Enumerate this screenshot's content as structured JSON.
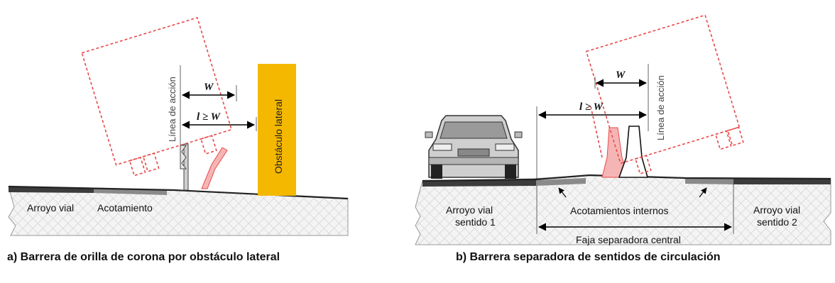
{
  "left_panel": {
    "caption": "a) Barrera de orilla de corona por obstáculo lateral",
    "roadway_label": "Arroyo vial",
    "shoulder_label": "Acotamiento",
    "line_of_action_label": "Línea de acción",
    "obstacle_label": "Obstáculo lateral",
    "dim_w_label": "W",
    "dim_l_label": "l ≥ W"
  },
  "right_panel": {
    "caption": "b) Barrera separadora de sentidos de circulación",
    "roadway_1_line1": "Arroyo vial",
    "roadway_1_line2": "sentido 1",
    "roadway_2_line1": "Arroyo vial",
    "roadway_2_line2": "sentido 2",
    "inner_shoulders_label": "Acotamientos internos",
    "median_label": "Faja separadora central",
    "line_of_action_label": "Línea de acción",
    "dim_w_label": "W",
    "dim_l_label": "l ≥ W"
  },
  "colors": {
    "truck_outline": "#e84a4a",
    "obstacle_fill": "#f5b800",
    "asphalt": "#3c3c3c",
    "shoulder": "#8a8a8a"
  }
}
